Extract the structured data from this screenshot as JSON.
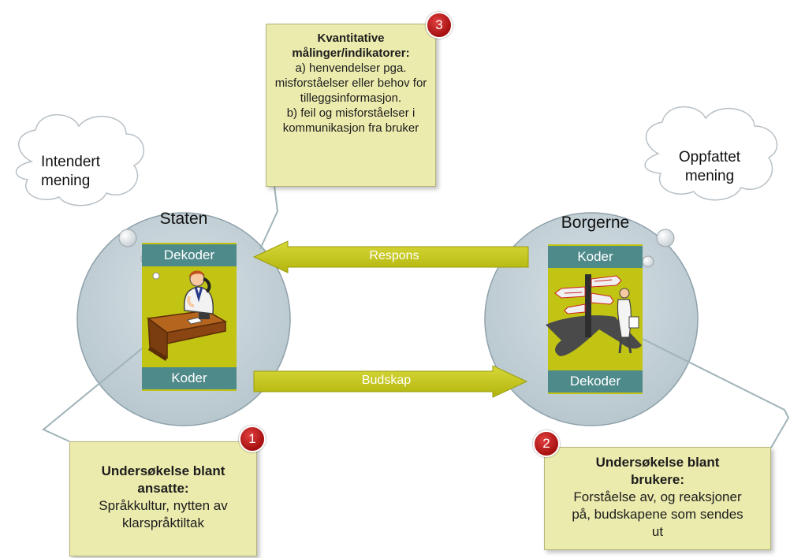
{
  "sender": {
    "title": "Staten",
    "thought": "Intendert mening",
    "top_band": "Dekoder",
    "bottom_band": "Koder",
    "illustration": "person-on-phone-at-desk"
  },
  "receiver": {
    "title": "Borgerne",
    "thought": "Oppfattet mening",
    "top_band": "Koder",
    "bottom_band": "Dekoder",
    "illustration": "person-at-signpost-crossroads"
  },
  "arrows": {
    "response": "Respons",
    "message": "Budskap"
  },
  "notes": [
    {
      "number": "1",
      "heading": "Undersøkelse blant ansatte:",
      "body": "Språkkultur, nytten av klarspråktiltak"
    },
    {
      "number": "2",
      "heading": "Undersøkelse blant brukere:",
      "body": "Forståelse av, og reaksjoner på, budskapene som sendes ut"
    },
    {
      "number": "3",
      "heading": "Kvantitative målinger/indikatorer:",
      "body_a": "a) henvendelser pga. misforståelser eller behov for tilleggsinformasjon.",
      "body_b": "b) feil og misforståelser i kommunikasjon fra bruker"
    }
  ],
  "colors": {
    "circle": "#c5d2d8",
    "band": "#4f8a8b",
    "panel": "#c2c413",
    "arrow": "#c2c413",
    "note": "#ecebae",
    "badge": "#c0161b"
  }
}
